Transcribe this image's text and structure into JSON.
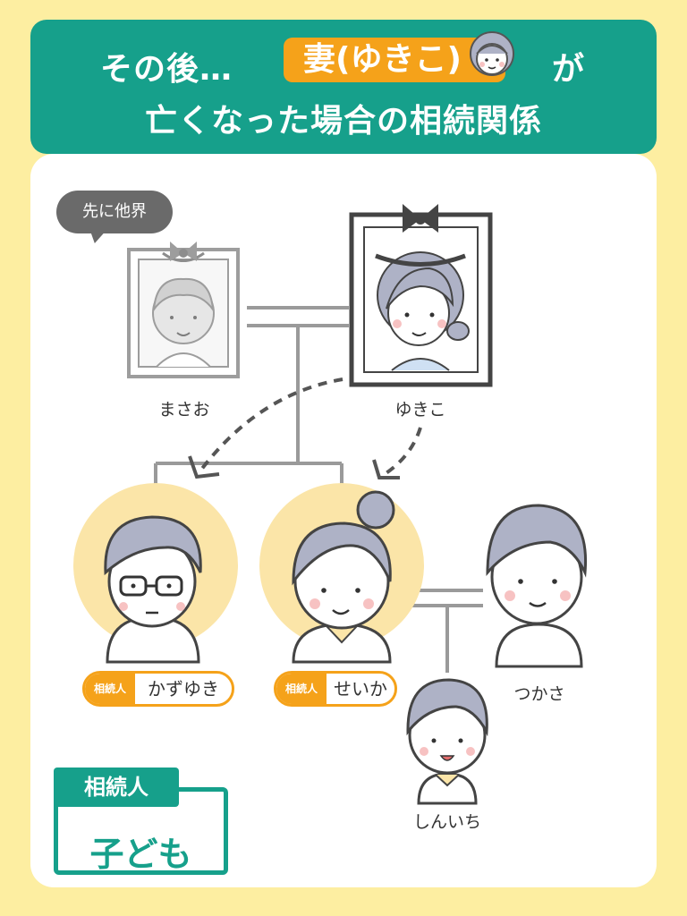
{
  "header": {
    "line1_prefix": "その後…",
    "line1_badge": "妻(ゆきこ)",
    "line1_suffix": "が",
    "line2": "亡くなった場合の相続関係"
  },
  "bubble": {
    "text": "先に他界"
  },
  "people": {
    "masao": {
      "name": "まさお"
    },
    "yukiko": {
      "name": "ゆきこ"
    },
    "kazuyuki": {
      "name": "かずゆき",
      "tag": "相続人"
    },
    "seika": {
      "name": "せいか",
      "tag": "相続人"
    },
    "tsukasa": {
      "name": "つかさ"
    },
    "shinichi": {
      "name": "しんいち"
    }
  },
  "summary": {
    "label": "相続人",
    "value": "子ども"
  },
  "colors": {
    "brand": "#16a08b",
    "accent": "#f5a21a",
    "background": "#fdeea1",
    "heir_circle": "#fbe5a8"
  }
}
